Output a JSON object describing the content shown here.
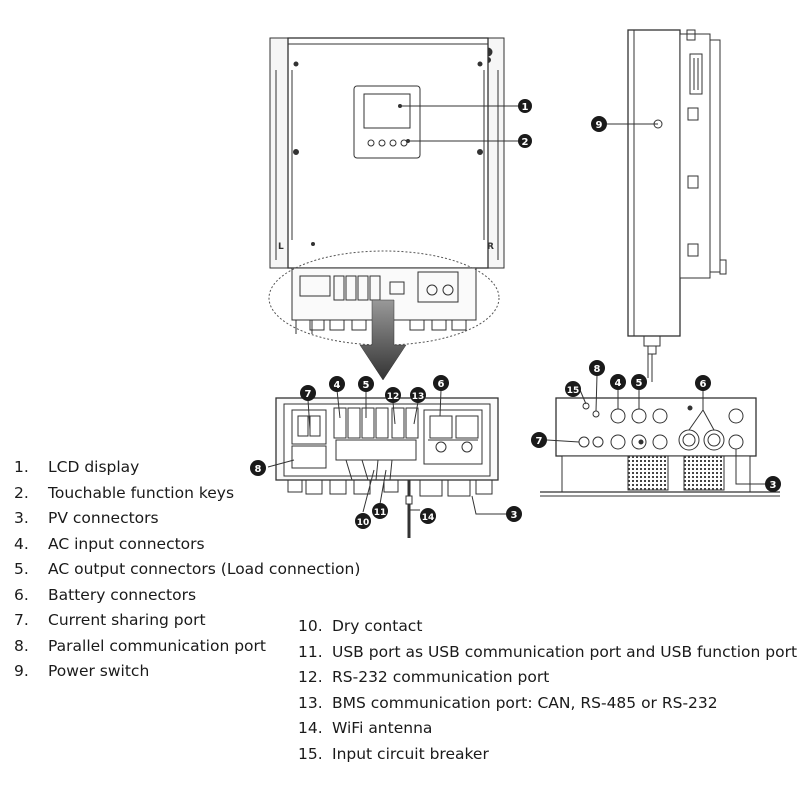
{
  "markers": {
    "front_lcd": "1",
    "front_keys": "2",
    "side_power_switch": "9",
    "zoom_current_sharing": "7",
    "zoom_ac_input": "4",
    "zoom_ac_output": "5",
    "zoom_usb": "12",
    "zoom_bms": "13",
    "zoom_battery": "6",
    "zoom_parallel": "8",
    "zoom_dry_contact": "10",
    "zoom_usb_bottom": "11",
    "zoom_wifi": "14",
    "zoom_pv": "3",
    "bottom_breaker": "15",
    "bottom_power_switch": "8",
    "bottom_ac_input": "4",
    "bottom_ac_output": "5",
    "bottom_battery": "6",
    "bottom_current_sharing": "7",
    "bottom_pv": "3"
  },
  "panel_labels": {
    "left": "L",
    "right": "R"
  },
  "legend_left": [
    {
      "num": "1.",
      "text": "LCD display"
    },
    {
      "num": "2.",
      "text": "Touchable function keys"
    },
    {
      "num": "3.",
      "text": "PV connectors"
    },
    {
      "num": "4.",
      "text": "AC input connectors"
    },
    {
      "num": "5.",
      "text": "AC output connectors (Load connection)"
    },
    {
      "num": "6.",
      "text": "Battery connectors"
    },
    {
      "num": "7.",
      "text": "Current sharing port"
    },
    {
      "num": "8.",
      "text": "Parallel communication port"
    },
    {
      "num": "9.",
      "text": "Power switch"
    }
  ],
  "legend_right": [
    {
      "num": "10.",
      "text": "Dry contact"
    },
    {
      "num": "11.",
      "text": "USB port as USB communication port and USB function port"
    },
    {
      "num": "12.",
      "text": "RS-232 communication port"
    },
    {
      "num": "13.",
      "text": "BMS communication port: CAN, RS-485 or RS-232"
    },
    {
      "num": "14.",
      "text": "WiFi antenna"
    },
    {
      "num": "15.",
      "text": "Input circuit breaker"
    }
  ]
}
